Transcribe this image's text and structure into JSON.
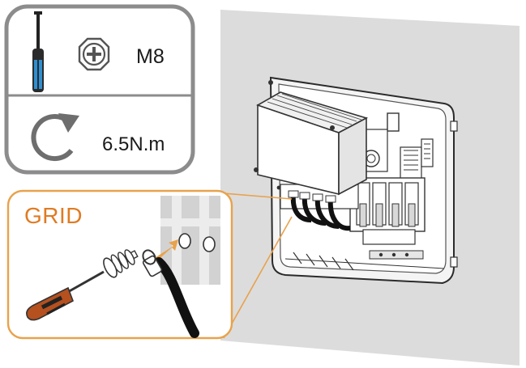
{
  "tool_panel": {
    "screw_size": "M8",
    "torque": "6.5N.m",
    "tool_icon": "screwdriver-icon",
    "bolt_icon": "phillips-bolt-icon",
    "rotate_icon": "rotate-clockwise-icon"
  },
  "detail_callout": {
    "label": "GRID",
    "label_color": "#e07b22",
    "border_color": "#e8a24c"
  },
  "colors": {
    "panel_border": "#8c8c8c",
    "wall": "#dcdcdc",
    "screwdriver_handle": "#b5501f",
    "screwdriver_grip_blue": "#2f8fd1"
  }
}
